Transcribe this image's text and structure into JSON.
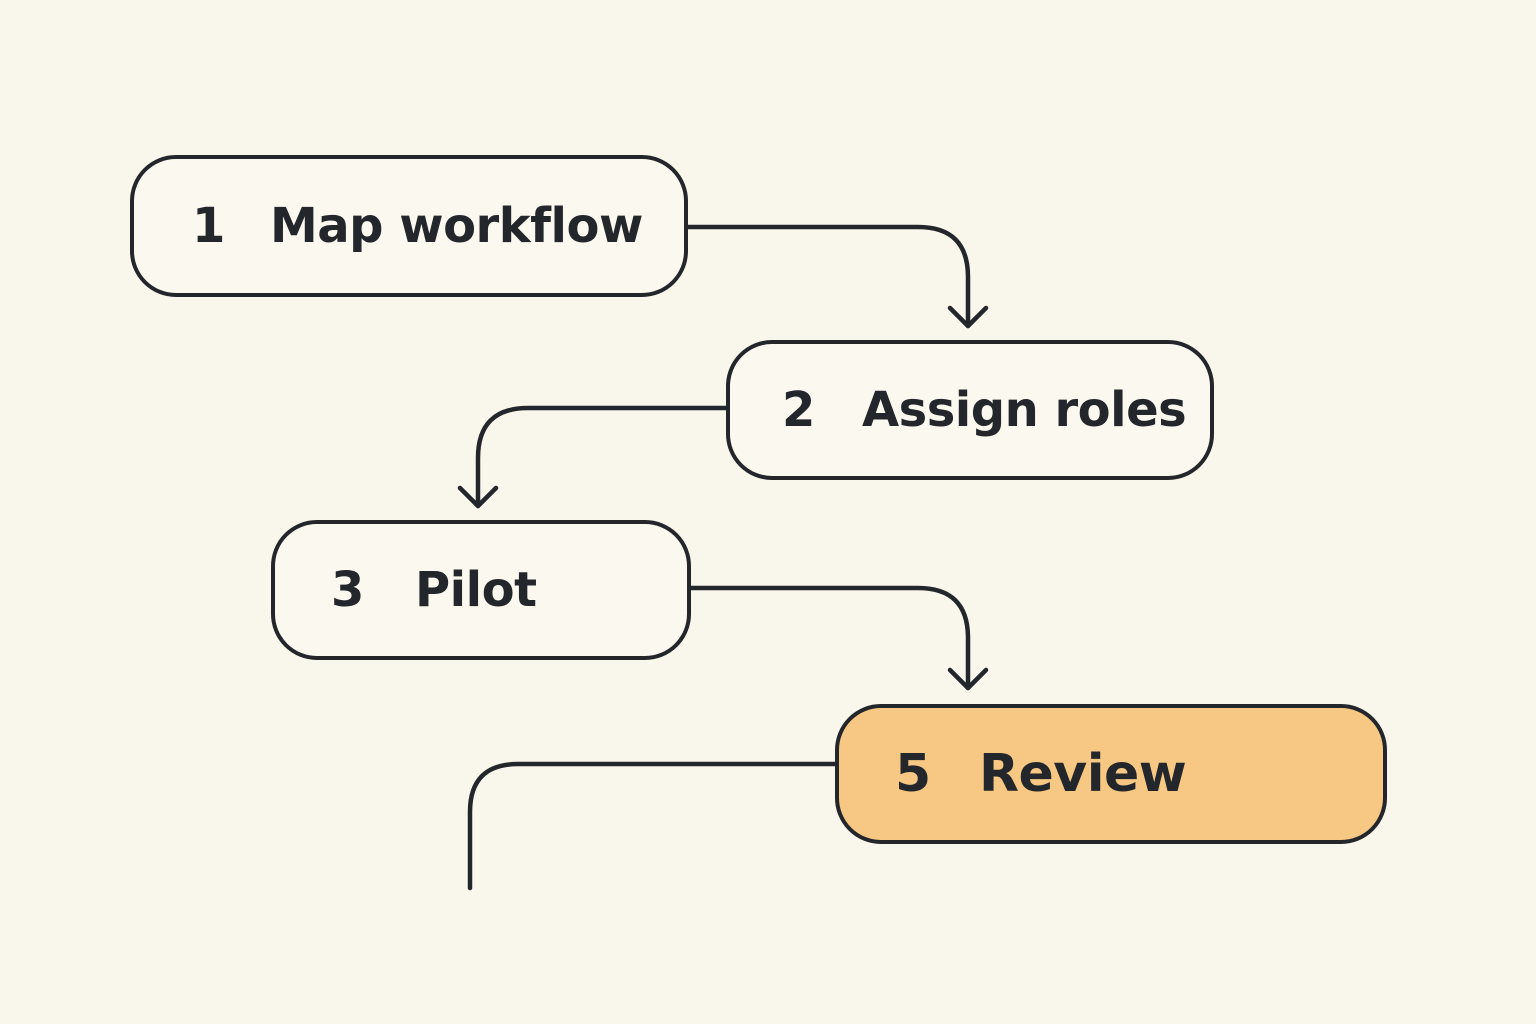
{
  "diagram": {
    "steps": [
      {
        "number": "1",
        "label": "Map workflow",
        "fill": "#fbf8ef"
      },
      {
        "number": "2",
        "label": "Assign roles",
        "fill": "#fbf8ef"
      },
      {
        "number": "3",
        "label": "Pilot",
        "fill": "#fbf8ef"
      },
      {
        "number": "5",
        "label": "Review",
        "fill": "#f7c883",
        "highlighted": true
      }
    ],
    "colors": {
      "background": "#f9f6ec",
      "stroke": "#23272b",
      "text": "#23272b",
      "highlight": "#f7c883"
    }
  }
}
